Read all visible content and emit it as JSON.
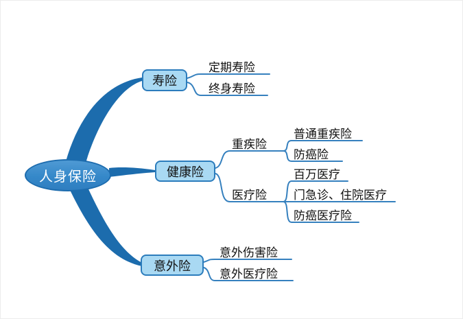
{
  "colors": {
    "root_fill": "#3588c9",
    "root_border": "#1d6cae",
    "root_text": "#ffffff",
    "node_fill": "#a9d9f3",
    "node_border": "#2b7cbc",
    "branch_fill": "#1c6cad",
    "line_stroke": "#3580be",
    "label_text": "#111111",
    "background": "#ffffff"
  },
  "mindmap": {
    "root": {
      "label": "人身保险"
    },
    "branches": [
      {
        "label": "寿险",
        "children": [
          {
            "label": "定期寿险"
          },
          {
            "label": "终身寿险"
          }
        ]
      },
      {
        "label": "健康险",
        "children": [
          {
            "label": "重疾险",
            "children": [
              {
                "label": "普通重疾险"
              },
              {
                "label": "防癌险"
              }
            ]
          },
          {
            "label": "医疗险",
            "children": [
              {
                "label": "百万医疗"
              },
              {
                "label": "门急诊、住院医疗"
              },
              {
                "label": "防癌医疗险"
              }
            ]
          }
        ]
      },
      {
        "label": "意外险",
        "children": [
          {
            "label": "意外伤害险"
          },
          {
            "label": "意外医疗险"
          }
        ]
      }
    ]
  }
}
